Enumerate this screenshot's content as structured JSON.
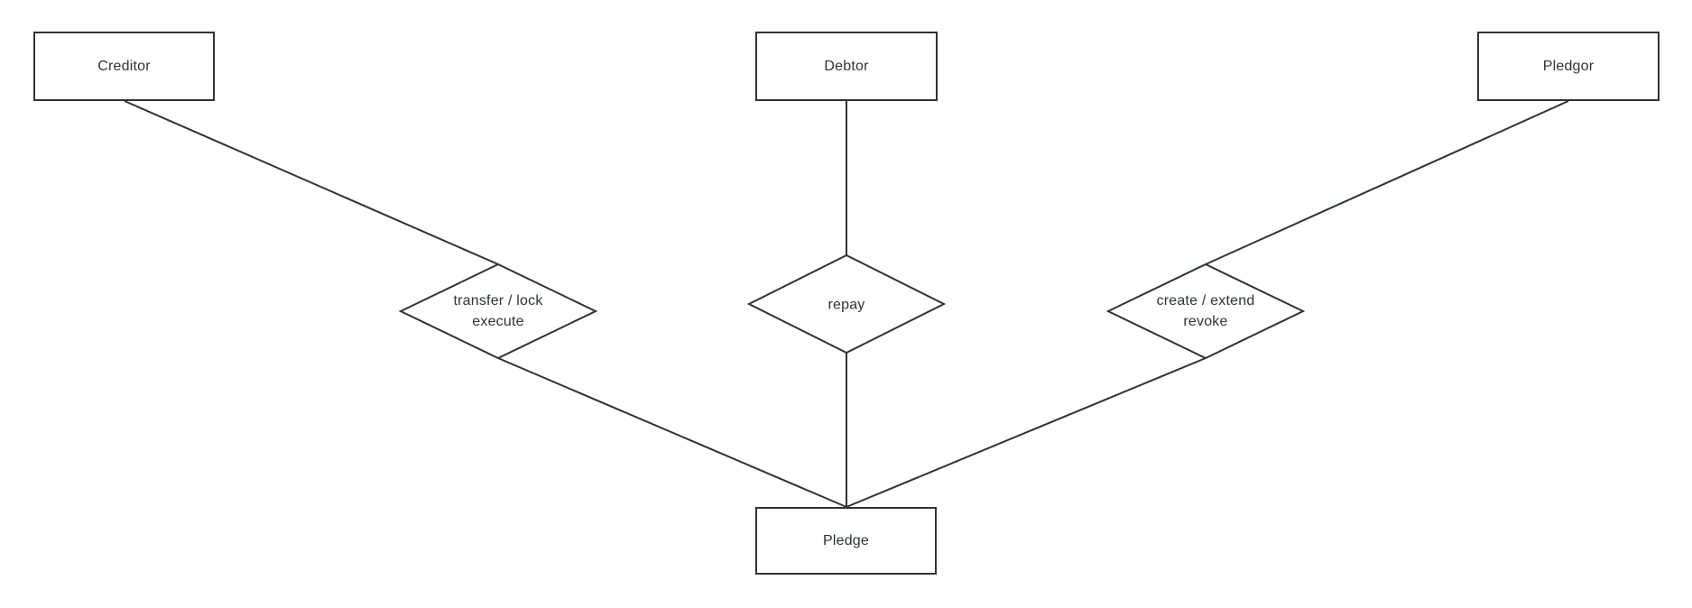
{
  "diagram": {
    "background": "#ffffff",
    "stroke_color": "#2d3436",
    "text_color": "#2d3436",
    "entities": [
      {
        "label": "Creditor"
      },
      {
        "label": "Debtor"
      },
      {
        "label": "Pledgor"
      },
      {
        "label": "Pledge"
      }
    ],
    "relationships": [
      {
        "label_line1": "transfer / lock",
        "label_line2": "execute",
        "from": "Creditor",
        "to": "Pledge"
      },
      {
        "label_line1": "repay",
        "from": "Debtor",
        "to": "Pledge"
      },
      {
        "label_line1": "create / extend",
        "label_line2": "revoke",
        "from": "Pledgor",
        "to": "Pledge"
      }
    ]
  }
}
